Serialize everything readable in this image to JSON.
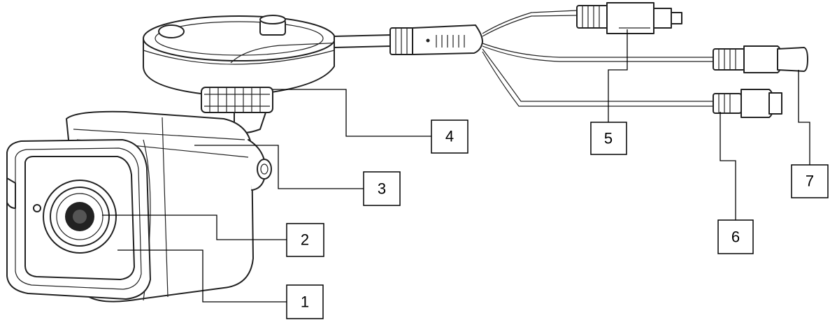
{
  "diagram": {
    "subject_icon": "bullet-camera-icon",
    "callouts": [
      {
        "id": "1",
        "label": "1"
      },
      {
        "id": "2",
        "label": "2"
      },
      {
        "id": "3",
        "label": "3"
      },
      {
        "id": "4",
        "label": "4"
      },
      {
        "id": "5",
        "label": "5"
      },
      {
        "id": "6",
        "label": "6"
      },
      {
        "id": "7",
        "label": "7"
      }
    ],
    "colors": {
      "line": "#000000",
      "background": "#ffffff"
    }
  }
}
